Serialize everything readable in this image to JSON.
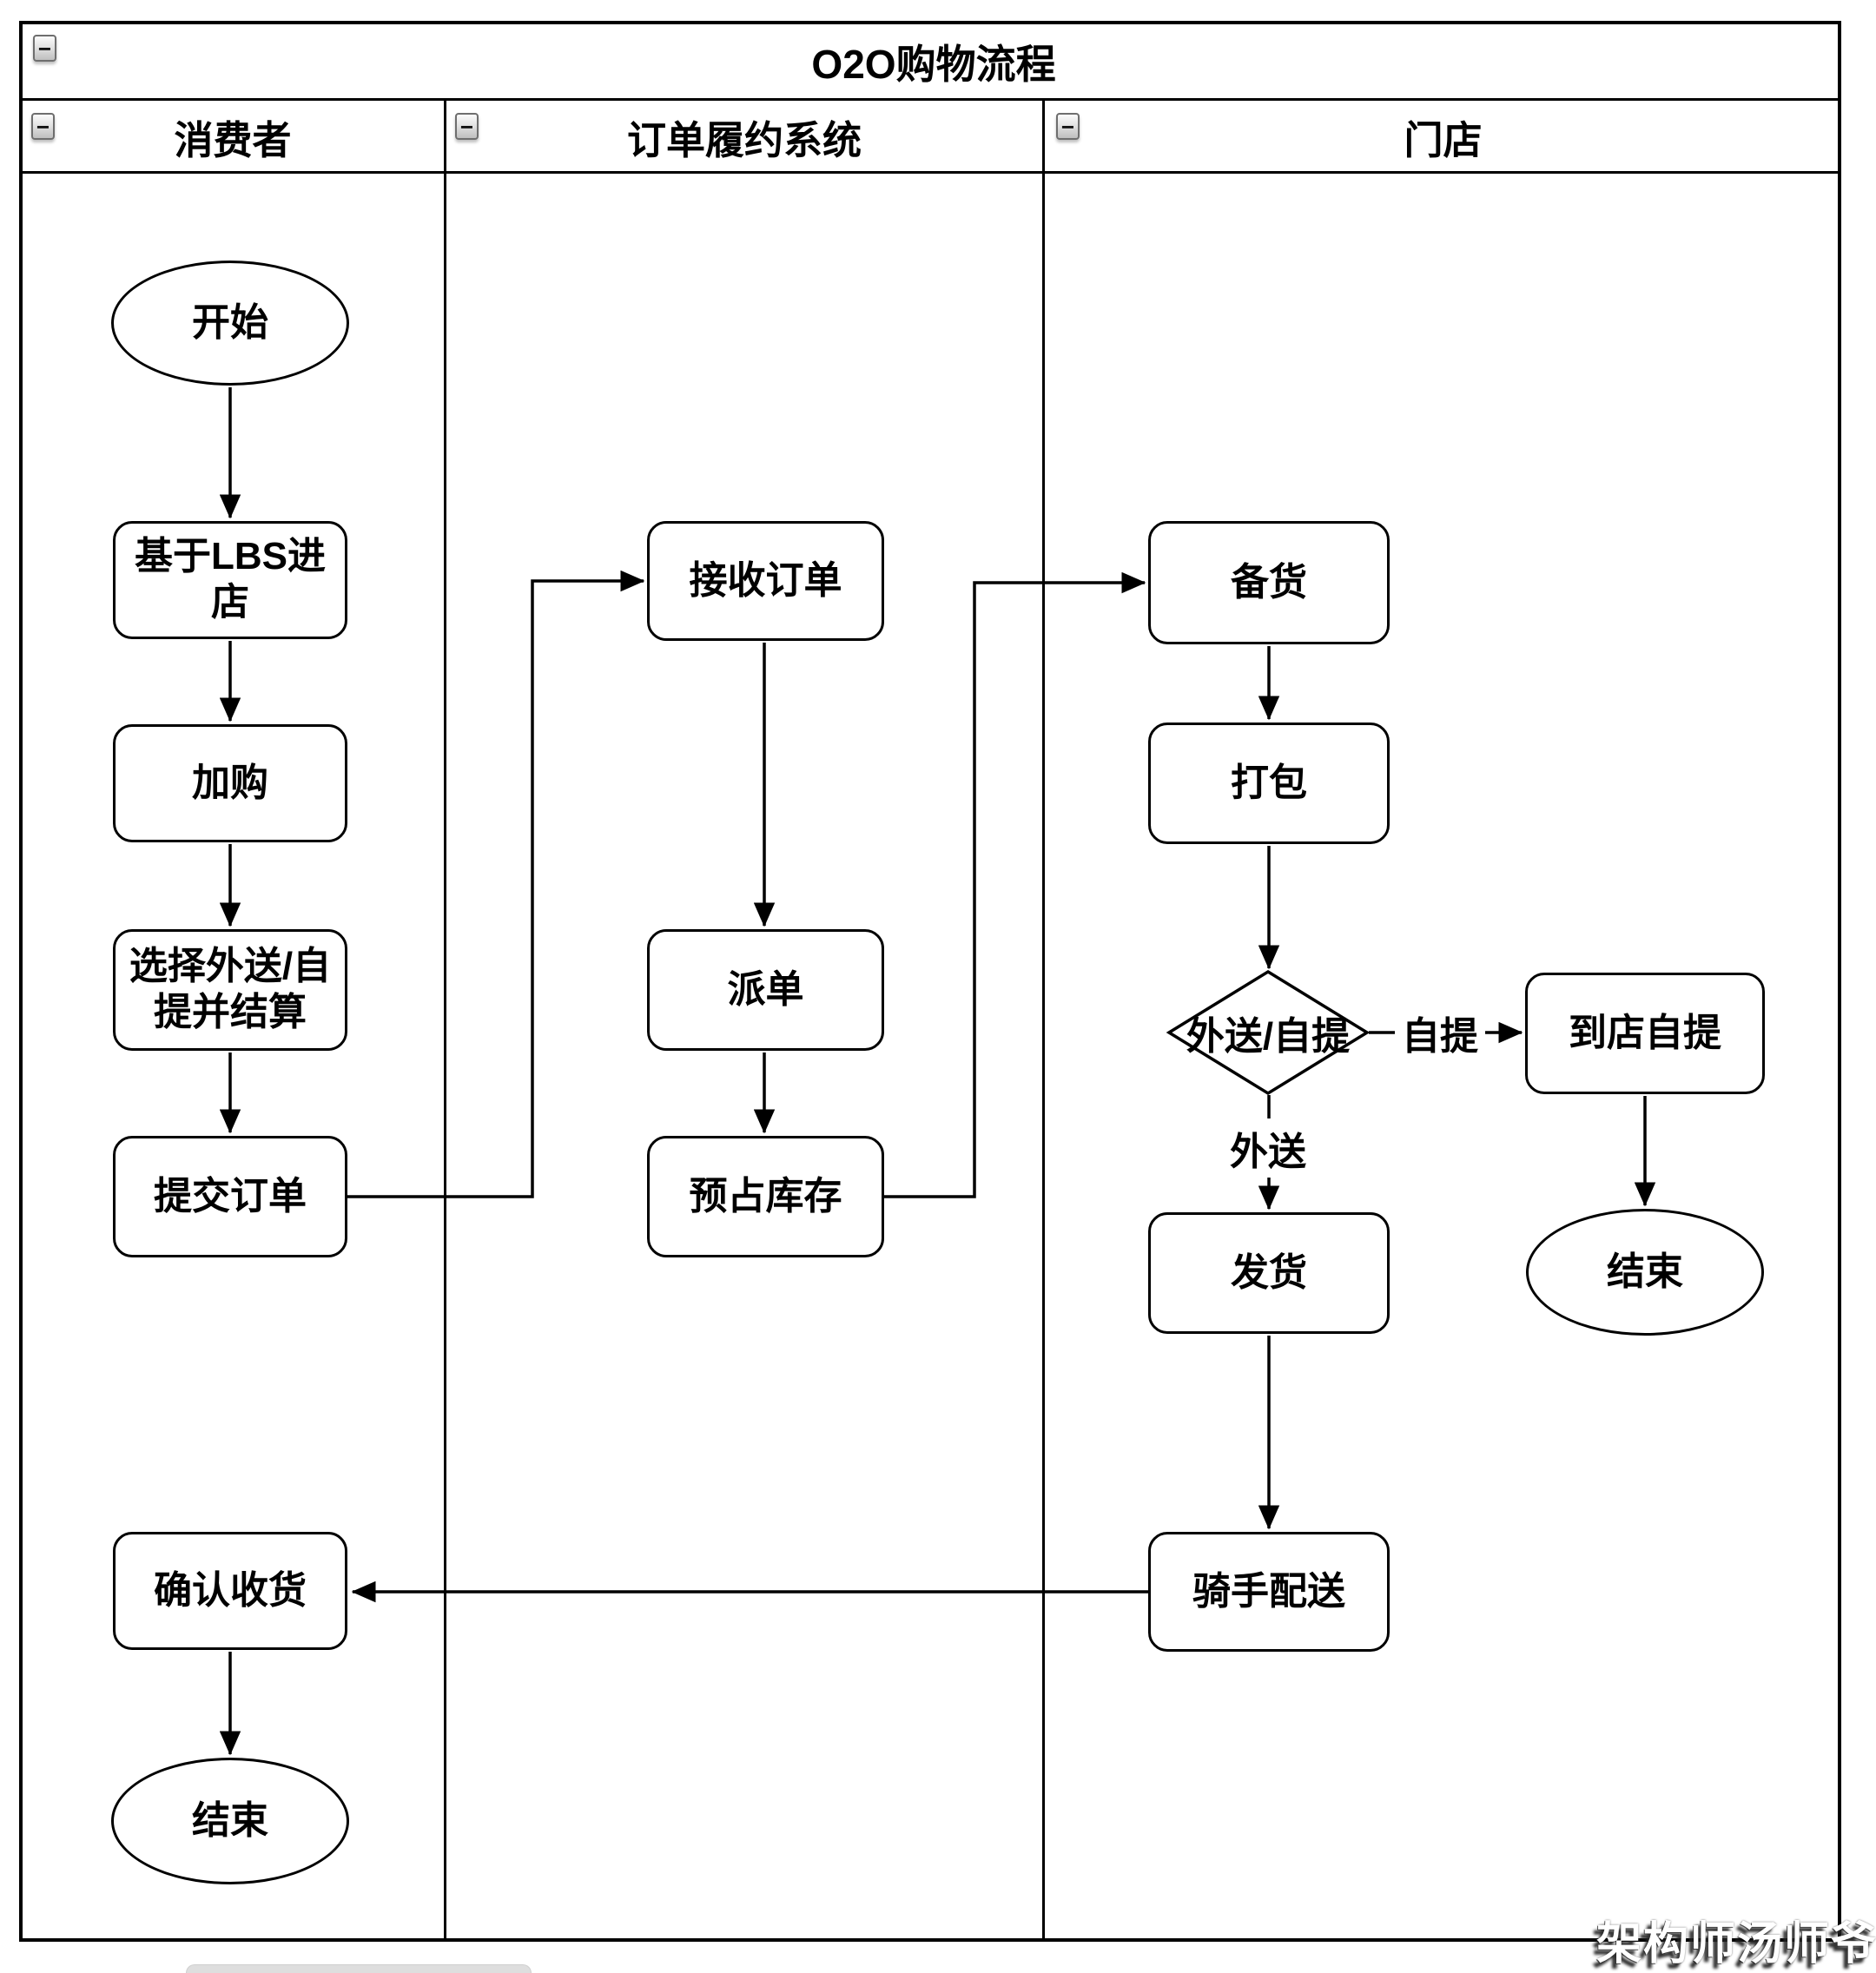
{
  "title": "O2O购物流程",
  "ui": {
    "collapse_glyph": "−"
  },
  "lanes": {
    "consumer": "消费者",
    "system": "订单履约系统",
    "store": "门店"
  },
  "nodes": {
    "start": "开始",
    "lbs": "基于LBS进店",
    "add_cart": "加购",
    "choose": "选择外送/自提并结算",
    "submit": "提交订单",
    "confirm": "确认收货",
    "end_consumer": "结束",
    "receive": "接收订单",
    "dispatch": "派单",
    "reserve": "预占库存",
    "stock": "备货",
    "pack": "打包",
    "decision": "外送/自提",
    "pickup": "到店自提",
    "ship": "发货",
    "rider": "骑手配送",
    "end_store": "结束"
  },
  "edge_labels": {
    "pickup": "自提",
    "delivery": "外送"
  },
  "edges": [
    {
      "from": "start",
      "to": "lbs",
      "label": ""
    },
    {
      "from": "lbs",
      "to": "add_cart",
      "label": ""
    },
    {
      "from": "add_cart",
      "to": "choose",
      "label": ""
    },
    {
      "from": "choose",
      "to": "submit",
      "label": ""
    },
    {
      "from": "submit",
      "to": "receive",
      "label": ""
    },
    {
      "from": "receive",
      "to": "dispatch",
      "label": ""
    },
    {
      "from": "dispatch",
      "to": "reserve",
      "label": ""
    },
    {
      "from": "reserve",
      "to": "stock",
      "label": ""
    },
    {
      "from": "stock",
      "to": "pack",
      "label": ""
    },
    {
      "from": "pack",
      "to": "decision",
      "label": ""
    },
    {
      "from": "decision",
      "to": "pickup",
      "label": "自提"
    },
    {
      "from": "decision",
      "to": "ship",
      "label": "外送"
    },
    {
      "from": "pickup",
      "to": "end_store",
      "label": ""
    },
    {
      "from": "ship",
      "to": "rider",
      "label": ""
    },
    {
      "from": "rider",
      "to": "confirm",
      "label": ""
    },
    {
      "from": "confirm",
      "to": "end_consumer",
      "label": ""
    }
  ],
  "watermark": "架构师汤师爷",
  "colors": {
    "line": "#000000",
    "node_fill": "#ffffff",
    "collapse_button": "#d9d9d9",
    "tray": "#dedede",
    "watermark_text": "#ffffff"
  }
}
